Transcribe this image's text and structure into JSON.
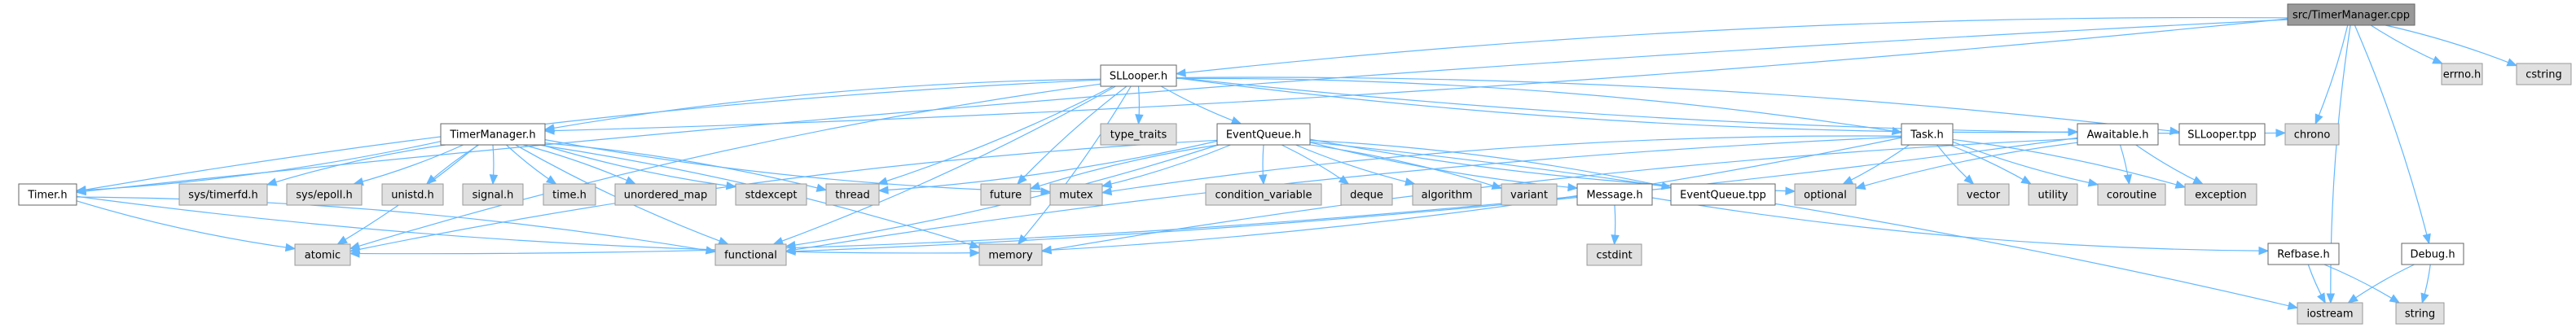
{
  "title": "src/TimerManager.cpp include dependency graph",
  "colors": {
    "edge": "#63b8ff",
    "root_fill": "#999999",
    "local_fill": "#ffffff",
    "system_fill": "#e0e0e0"
  },
  "nodes": [
    {
      "id": "root",
      "label": "src/TimerManager.cpp",
      "kind": "root"
    },
    {
      "id": "sllooper_h",
      "label": "SLLooper.h",
      "kind": "local"
    },
    {
      "id": "timermanager_h",
      "label": "TimerManager.h",
      "kind": "local"
    },
    {
      "id": "type_traits",
      "label": "type_traits",
      "kind": "system"
    },
    {
      "id": "eventqueue_h",
      "label": "EventQueue.h",
      "kind": "local"
    },
    {
      "id": "task_h",
      "label": "Task.h",
      "kind": "local"
    },
    {
      "id": "awaitable_h",
      "label": "Awaitable.h",
      "kind": "local"
    },
    {
      "id": "sllooper_tpp",
      "label": "SLLooper.tpp",
      "kind": "local"
    },
    {
      "id": "chrono",
      "label": "chrono",
      "kind": "system"
    },
    {
      "id": "errno_h",
      "label": "errno.h",
      "kind": "system"
    },
    {
      "id": "cstring",
      "label": "cstring",
      "kind": "system"
    },
    {
      "id": "timer_h",
      "label": "Timer.h",
      "kind": "local"
    },
    {
      "id": "sys_timerfd_h",
      "label": "sys/timerfd.h",
      "kind": "system"
    },
    {
      "id": "sys_epoll_h",
      "label": "sys/epoll.h",
      "kind": "system"
    },
    {
      "id": "unistd_h",
      "label": "unistd.h",
      "kind": "system"
    },
    {
      "id": "signal_h",
      "label": "signal.h",
      "kind": "system"
    },
    {
      "id": "time_h",
      "label": "time.h",
      "kind": "system"
    },
    {
      "id": "unordered_map",
      "label": "unordered_map",
      "kind": "system"
    },
    {
      "id": "stdexcept",
      "label": "stdexcept",
      "kind": "system"
    },
    {
      "id": "thread",
      "label": "thread",
      "kind": "system"
    },
    {
      "id": "future",
      "label": "future",
      "kind": "system"
    },
    {
      "id": "mutex",
      "label": "mutex",
      "kind": "system"
    },
    {
      "id": "condition_variable",
      "label": "condition_variable",
      "kind": "system"
    },
    {
      "id": "deque",
      "label": "deque",
      "kind": "system"
    },
    {
      "id": "algorithm",
      "label": "algorithm",
      "kind": "system"
    },
    {
      "id": "variant",
      "label": "variant",
      "kind": "system"
    },
    {
      "id": "message_h",
      "label": "Message.h",
      "kind": "local"
    },
    {
      "id": "eventqueue_tpp",
      "label": "EventQueue.tpp",
      "kind": "local"
    },
    {
      "id": "optional",
      "label": "optional",
      "kind": "system"
    },
    {
      "id": "vector",
      "label": "vector",
      "kind": "system"
    },
    {
      "id": "utility",
      "label": "utility",
      "kind": "system"
    },
    {
      "id": "coroutine",
      "label": "coroutine",
      "kind": "system"
    },
    {
      "id": "exception",
      "label": "exception",
      "kind": "system"
    },
    {
      "id": "debug_h",
      "label": "Debug.h",
      "kind": "local"
    },
    {
      "id": "atomic",
      "label": "atomic",
      "kind": "system"
    },
    {
      "id": "functional",
      "label": "functional",
      "kind": "system"
    },
    {
      "id": "memory",
      "label": "memory",
      "kind": "system"
    },
    {
      "id": "cstdint",
      "label": "cstdint",
      "kind": "system"
    },
    {
      "id": "refbase_h",
      "label": "Refbase.h",
      "kind": "local"
    },
    {
      "id": "iostream",
      "label": "iostream",
      "kind": "system"
    },
    {
      "id": "string",
      "label": "string",
      "kind": "system"
    }
  ],
  "edges": [
    [
      "root",
      "sllooper_h"
    ],
    [
      "root",
      "timermanager_h"
    ],
    [
      "root",
      "timer_h"
    ],
    [
      "root",
      "chrono"
    ],
    [
      "root",
      "errno_h"
    ],
    [
      "root",
      "cstring"
    ],
    [
      "root",
      "iostream"
    ],
    [
      "root",
      "debug_h"
    ],
    [
      "sllooper_h",
      "timermanager_h"
    ],
    [
      "sllooper_h",
      "type_traits"
    ],
    [
      "sllooper_h",
      "eventqueue_h"
    ],
    [
      "sllooper_h",
      "task_h"
    ],
    [
      "sllooper_h",
      "awaitable_h"
    ],
    [
      "sllooper_h",
      "sllooper_tpp"
    ],
    [
      "sllooper_h",
      "chrono"
    ],
    [
      "sllooper_h",
      "thread"
    ],
    [
      "sllooper_h",
      "future"
    ],
    [
      "sllooper_h",
      "memory"
    ],
    [
      "sllooper_h",
      "atomic"
    ],
    [
      "sllooper_h",
      "functional"
    ],
    [
      "sllooper_h",
      "timer_h"
    ],
    [
      "timermanager_h",
      "timer_h"
    ],
    [
      "timermanager_h",
      "sys_timerfd_h"
    ],
    [
      "timermanager_h",
      "sys_epoll_h"
    ],
    [
      "timermanager_h",
      "unistd_h"
    ],
    [
      "timermanager_h",
      "signal_h"
    ],
    [
      "timermanager_h",
      "time_h"
    ],
    [
      "timermanager_h",
      "unordered_map"
    ],
    [
      "timermanager_h",
      "stdexcept"
    ],
    [
      "timermanager_h",
      "thread"
    ],
    [
      "timermanager_h",
      "mutex"
    ],
    [
      "timermanager_h",
      "atomic"
    ],
    [
      "timermanager_h",
      "functional"
    ],
    [
      "timermanager_h",
      "memory"
    ],
    [
      "timer_h",
      "atomic"
    ],
    [
      "timer_h",
      "functional"
    ],
    [
      "timer_h",
      "memory"
    ],
    [
      "eventqueue_h",
      "thread"
    ],
    [
      "eventqueue_h",
      "future"
    ],
    [
      "eventqueue_h",
      "mutex"
    ],
    [
      "eventqueue_h",
      "condition_variable"
    ],
    [
      "eventqueue_h",
      "deque"
    ],
    [
      "eventqueue_h",
      "algorithm"
    ],
    [
      "eventqueue_h",
      "variant"
    ],
    [
      "eventqueue_h",
      "message_h"
    ],
    [
      "eventqueue_h",
      "eventqueue_tpp"
    ],
    [
      "eventqueue_h",
      "optional"
    ],
    [
      "eventqueue_h",
      "functional"
    ],
    [
      "eventqueue_h",
      "atomic"
    ],
    [
      "eventqueue_h",
      "iostream"
    ],
    [
      "task_h",
      "mutex"
    ],
    [
      "task_h",
      "optional"
    ],
    [
      "task_h",
      "vector"
    ],
    [
      "task_h",
      "utility"
    ],
    [
      "task_h",
      "coroutine"
    ],
    [
      "task_h",
      "exception"
    ],
    [
      "task_h",
      "functional"
    ],
    [
      "task_h",
      "memory"
    ],
    [
      "awaitable_h",
      "optional"
    ],
    [
      "awaitable_h",
      "coroutine"
    ],
    [
      "awaitable_h",
      "exception"
    ],
    [
      "awaitable_h",
      "functional"
    ],
    [
      "awaitable_h",
      "memory"
    ],
    [
      "message_h",
      "cstdint"
    ],
    [
      "message_h",
      "refbase_h"
    ],
    [
      "message_h",
      "atomic"
    ],
    [
      "refbase_h",
      "iostream"
    ],
    [
      "refbase_h",
      "string"
    ],
    [
      "debug_h",
      "iostream"
    ],
    [
      "debug_h",
      "string"
    ]
  ]
}
